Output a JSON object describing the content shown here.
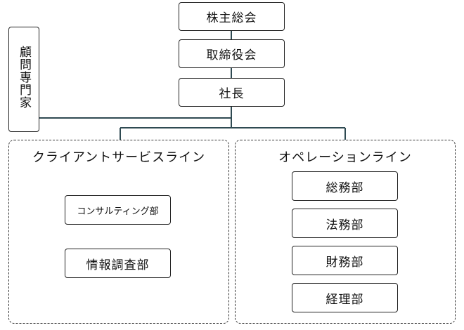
{
  "chart_data": {
    "type": "diagram",
    "nodes": {
      "shareholders": "株主総会",
      "board": "取締役会",
      "president": "社長",
      "advisor": "顧問専門家"
    },
    "client_line": {
      "title": "クライアントサービスライン",
      "units": [
        "コンサルティング部",
        "情報調査部"
      ]
    },
    "ops_line": {
      "title": "オペレーションライン",
      "units": [
        "総務部",
        "法務部",
        "財務部",
        "経理部"
      ]
    }
  },
  "colors": {
    "connector": "#2f4a52",
    "border": "#222222"
  }
}
